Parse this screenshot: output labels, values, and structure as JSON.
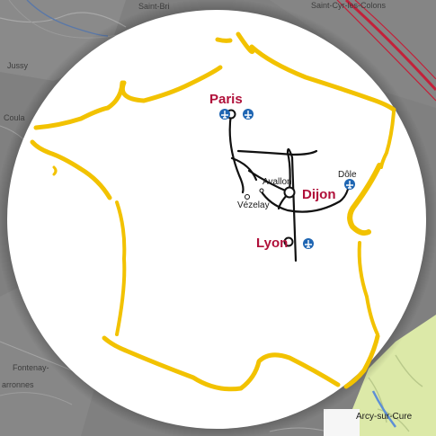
{
  "map": {
    "background_places": [
      {
        "id": "saint-bris",
        "text": "Saint-Bri"
      },
      {
        "id": "saint-cyr",
        "text": "Saint-Cyr-les-Colons"
      },
      {
        "id": "jussy",
        "text": "Jussy"
      },
      {
        "id": "coulanges",
        "text": "Coula"
      },
      {
        "id": "fontenay",
        "text": "Fontenay-"
      },
      {
        "id": "arronnes",
        "text": "arronnes"
      },
      {
        "id": "arcy",
        "text": "Arcy-sur-Cure"
      }
    ],
    "cities_major": [
      {
        "id": "paris",
        "text": "Paris"
      },
      {
        "id": "dijon",
        "text": "Dijon"
      },
      {
        "id": "lyon",
        "text": "Lyon"
      }
    ],
    "cities_minor": [
      {
        "id": "avallon",
        "text": "Avallon"
      },
      {
        "id": "vezelay",
        "text": "Vézelay"
      },
      {
        "id": "dole",
        "text": "Dôle"
      }
    ],
    "colors": {
      "map_background": "#7f7f7f",
      "disc": "#ffffff",
      "france_outline": "#f2c200",
      "city_label": "#b0103a",
      "route": "#111111",
      "airport": "#1f66b3",
      "motorway": "#c4213a",
      "forest": "#dce9a8"
    },
    "icons": [
      "airport-icon",
      "city-ring-marker",
      "town-dot-marker"
    ]
  }
}
